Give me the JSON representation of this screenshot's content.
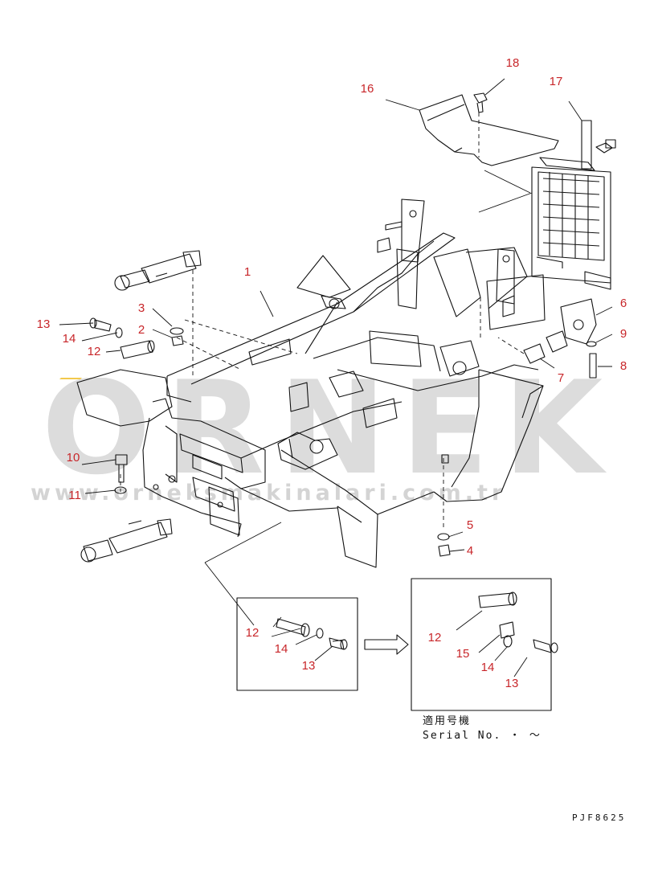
{
  "callouts": [
    {
      "id": "c18",
      "label": "18"
    },
    {
      "id": "c16",
      "label": "16"
    },
    {
      "id": "c17",
      "label": "17"
    },
    {
      "id": "c1",
      "label": "1"
    },
    {
      "id": "c3",
      "label": "3"
    },
    {
      "id": "c13a",
      "label": "13"
    },
    {
      "id": "c2",
      "label": "2"
    },
    {
      "id": "c14a",
      "label": "14"
    },
    {
      "id": "c12a",
      "label": "12"
    },
    {
      "id": "c6",
      "label": "6"
    },
    {
      "id": "c9",
      "label": "9"
    },
    {
      "id": "c8",
      "label": "8"
    },
    {
      "id": "c7",
      "label": "7"
    },
    {
      "id": "c10",
      "label": "10"
    },
    {
      "id": "c11",
      "label": "11"
    },
    {
      "id": "c5",
      "label": "5"
    },
    {
      "id": "c4",
      "label": "4"
    },
    {
      "id": "c12b",
      "label": "12"
    },
    {
      "id": "c14b",
      "label": "14"
    },
    {
      "id": "c13b",
      "label": "13"
    },
    {
      "id": "c12c",
      "label": "12"
    },
    {
      "id": "c15",
      "label": "15"
    },
    {
      "id": "c14c",
      "label": "14"
    },
    {
      "id": "c13c",
      "label": "13"
    }
  ],
  "serial": {
    "line1": "適用号機",
    "line2": "Serial No.  ・  〜"
  },
  "drawing_code": "PJF8625",
  "watermark": {
    "brand": "ÖRNEK",
    "url": "www.orneksmakinalari.com.tr",
    "color": "#d9d9d9",
    "accent": "#f2c94c"
  },
  "colors": {
    "callout": "#c8262a",
    "line": "#111111"
  }
}
